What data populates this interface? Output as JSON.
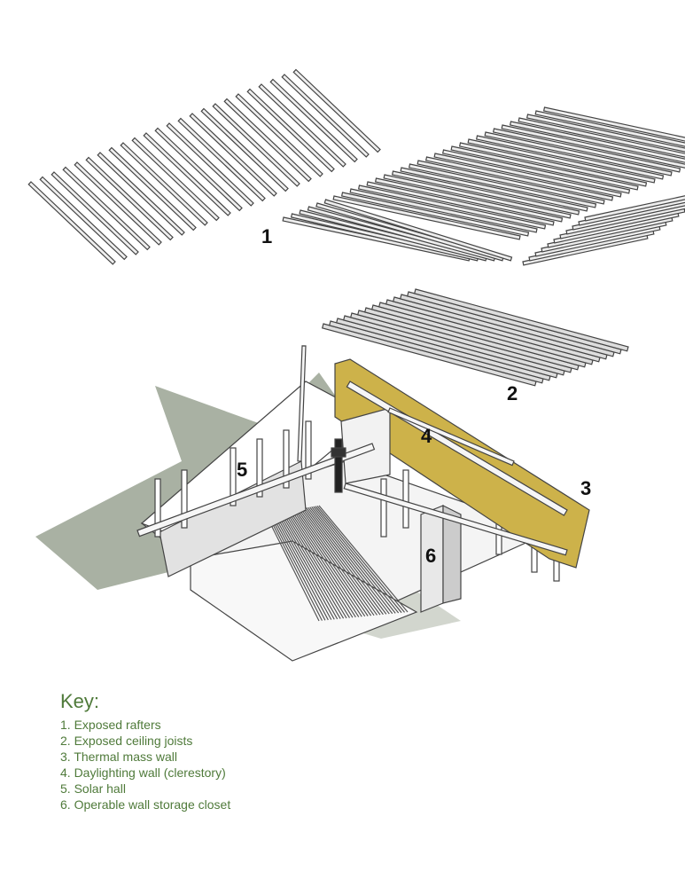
{
  "callouts": [
    {
      "id": "c1",
      "label": "1"
    },
    {
      "id": "c2",
      "label": "2"
    },
    {
      "id": "c3",
      "label": "3"
    },
    {
      "id": "c4",
      "label": "4"
    },
    {
      "id": "c5",
      "label": "5"
    },
    {
      "id": "c6",
      "label": "6"
    }
  ],
  "key": {
    "title": "Key:",
    "items": [
      "1. Exposed rafters",
      "2. Exposed ceiling joists",
      "3. Thermal mass wall",
      "4. Daylighting wall (clerestory)",
      "5. Solar hall",
      "6. Operable wall storage closet"
    ]
  },
  "colors": {
    "shadow": "#9aa393",
    "thermal_wall": "#cdb24a",
    "lines": "#444444",
    "key_text": "#4f7a3a"
  }
}
